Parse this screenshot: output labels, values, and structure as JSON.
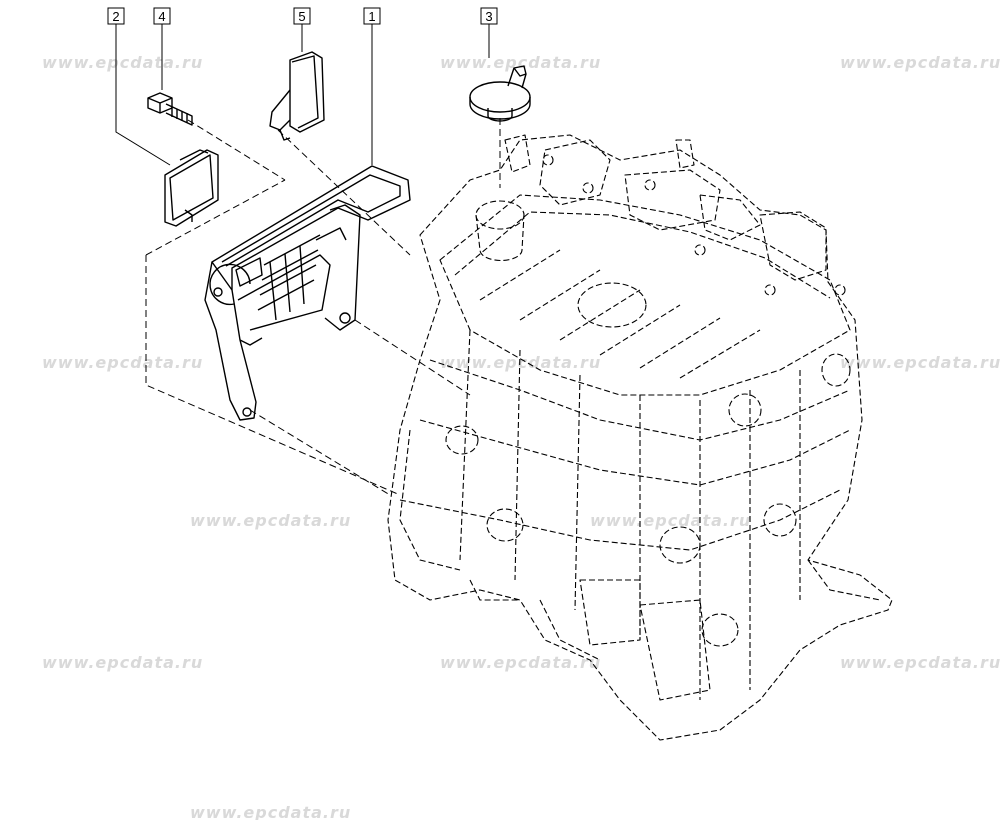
{
  "watermark": "www.epcdata.ru",
  "callouts": [
    {
      "id": "2",
      "label": "2"
    },
    {
      "id": "4",
      "label": "4"
    },
    {
      "id": "5",
      "label": "5"
    },
    {
      "id": "1",
      "label": "1"
    },
    {
      "id": "3",
      "label": "3"
    }
  ]
}
